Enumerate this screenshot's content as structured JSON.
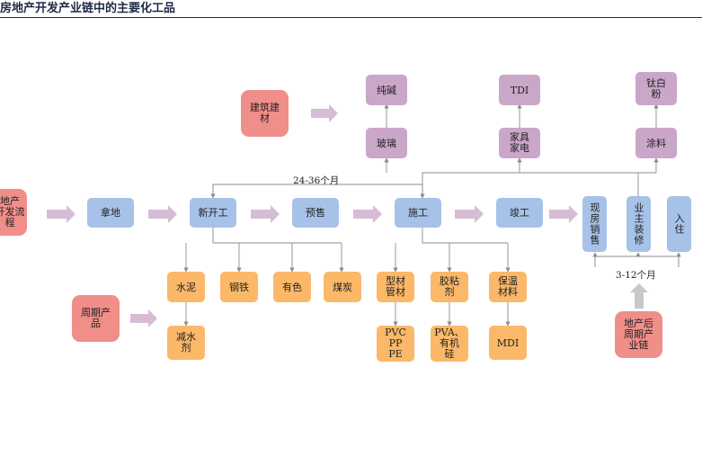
{
  "title": "房地产开发产业链中的主要化工品",
  "drivers": {
    "dev_process": [
      "地产",
      "开发流",
      "程"
    ],
    "building_materials": [
      "建筑建",
      "材"
    ],
    "cycle_products": [
      "周期产",
      "品"
    ],
    "post_cycle": [
      "地产后",
      "周期产",
      "业链"
    ]
  },
  "stages": {
    "land": "拿地",
    "new_start": "新开工",
    "presale": "预售",
    "construction": "施工",
    "completion": "竣工",
    "sales": "现房销售",
    "decoration": "业主装修",
    "move_in": "入住"
  },
  "upper_chemicals": {
    "glass_l1": "玻璃",
    "glass_l2": "纯碱",
    "furniture_l1": [
      "家具",
      "家电"
    ],
    "furniture_l2": "TDI",
    "paint_l1": "涂料",
    "paint_l2": [
      "钛白",
      "粉"
    ]
  },
  "lower_materials": {
    "cement": "水泥",
    "steel": "钢铁",
    "nonferrous": "有色",
    "coal": "煤炭",
    "pipes": [
      "型材",
      "管材"
    ],
    "adhesive": [
      "胶粘",
      "剂"
    ],
    "insulation": [
      "保温",
      "材料"
    ]
  },
  "lower_chemicals": {
    "water_reducer": [
      "减水",
      "剂"
    ],
    "pvc": [
      "PVC",
      "PP",
      "PE"
    ],
    "pva": [
      "PVA、",
      "有机",
      "硅"
    ],
    "mdi": "MDI"
  },
  "durations": {
    "construction_period": "24-36个月",
    "post_period": "3-12个月"
  },
  "colors": {
    "blue": "#a7c2e8",
    "purple": "#caa7c9",
    "orange": "#fbb869",
    "red": "#f08e8a",
    "arrow": "#d7bcd6",
    "gray_arrow": "#c8c8c8",
    "line": "#8c8c8c"
  }
}
